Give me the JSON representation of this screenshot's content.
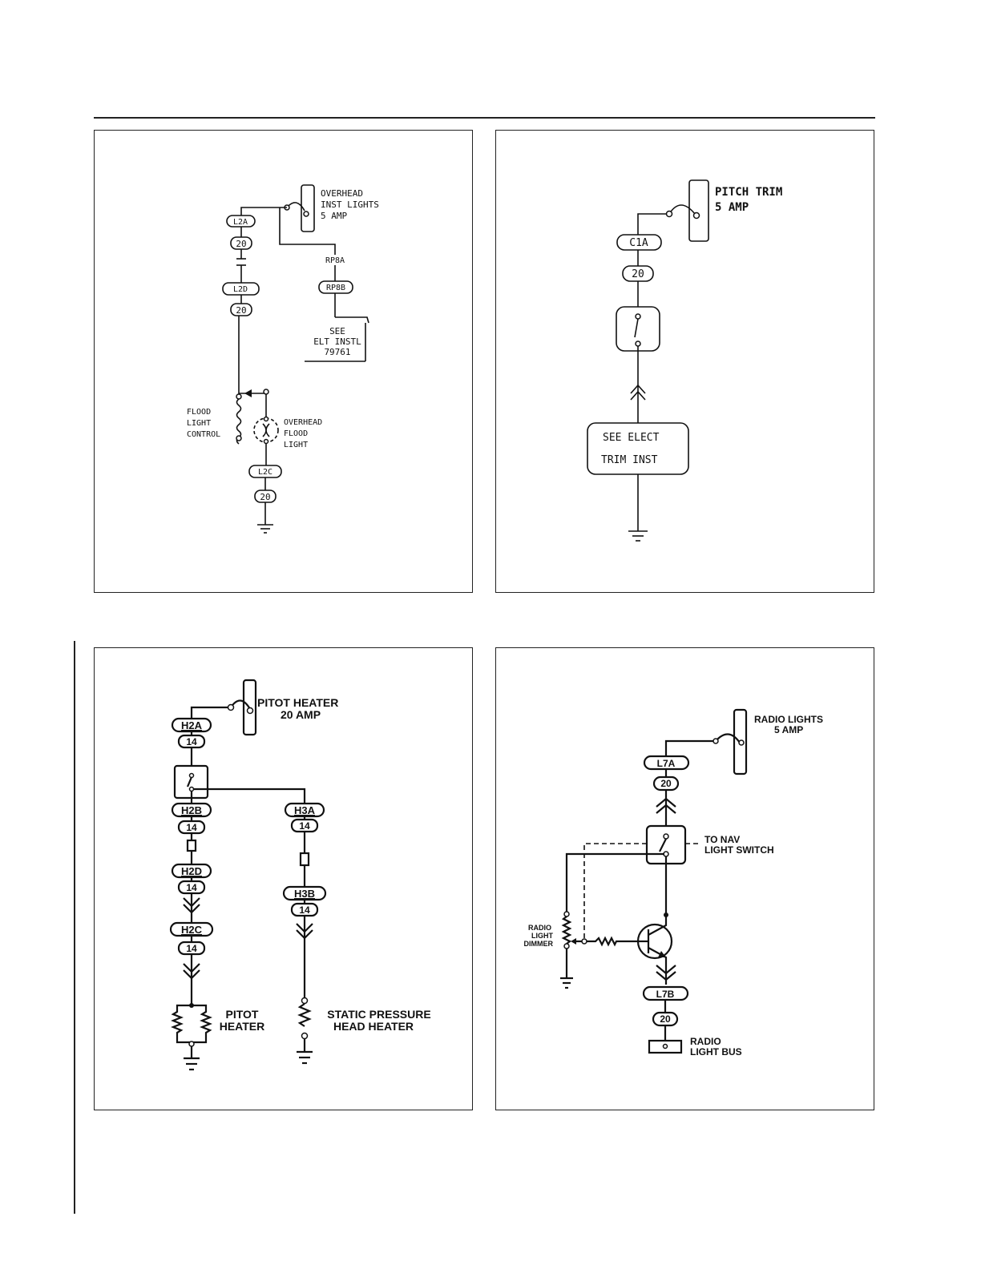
{
  "panels": [
    {
      "id": "overhead-lights",
      "breaker": [
        "OVERHEAD",
        "INST  LIGHTS",
        "5 AMP"
      ],
      "wires": {
        "l2a": "L2A",
        "l2a_gauge": "20",
        "l2d": "L2D",
        "l2d_gauge": "20",
        "rp8a": "RP8A",
        "rp8b": "RP8B",
        "l2c": "L2C",
        "l2c_gauge": "20"
      },
      "see_note": [
        "SEE",
        "ELT  INSTL",
        "79761"
      ],
      "flood_control": [
        "FLOOD",
        "LIGHT",
        "CONTROL"
      ],
      "flood_light": [
        "OVERHEAD",
        "FLOOD",
        "LIGHT"
      ]
    },
    {
      "id": "pitch-trim",
      "breaker": [
        "PITCH  TRIM",
        "5 AMP"
      ],
      "wires": {
        "c1a": "C1A",
        "c1a_gauge": "20"
      },
      "see_box": [
        "SEE  ELECT",
        "TRIM  INST"
      ]
    },
    {
      "id": "pitot-heater",
      "breaker": [
        "PITOT HEATER",
        "20 AMP"
      ],
      "wires": {
        "h2a": "H2A",
        "h2a_gauge": "14",
        "h2b": "H2B",
        "h2b_gauge": "14",
        "h2d": "H2D",
        "h2d_gauge": "14",
        "h2c": "H2C",
        "h2c_gauge": "14",
        "h3a": "H3A",
        "h3a_gauge": "14",
        "h3b": "H3B",
        "h3b_gauge": "14"
      },
      "pitot_label": [
        "PITOT",
        "HEATER"
      ],
      "static_label": [
        "STATIC PRESSURE",
        "HEAD HEATER"
      ]
    },
    {
      "id": "radio-lights",
      "breaker": [
        "RADIO LIGHTS",
        "5 AMP"
      ],
      "wires": {
        "l7a": "L7A",
        "l7a_gauge": "20",
        "l7b": "L7B",
        "l7b_gauge": "20"
      },
      "nav_label": [
        "TO NAV",
        "LIGHT SWITCH"
      ],
      "dimmer_label": [
        "RADIO",
        "LIGHT",
        "DIMMER"
      ],
      "bus_label": [
        "RADIO",
        "LIGHT BUS"
      ]
    }
  ]
}
